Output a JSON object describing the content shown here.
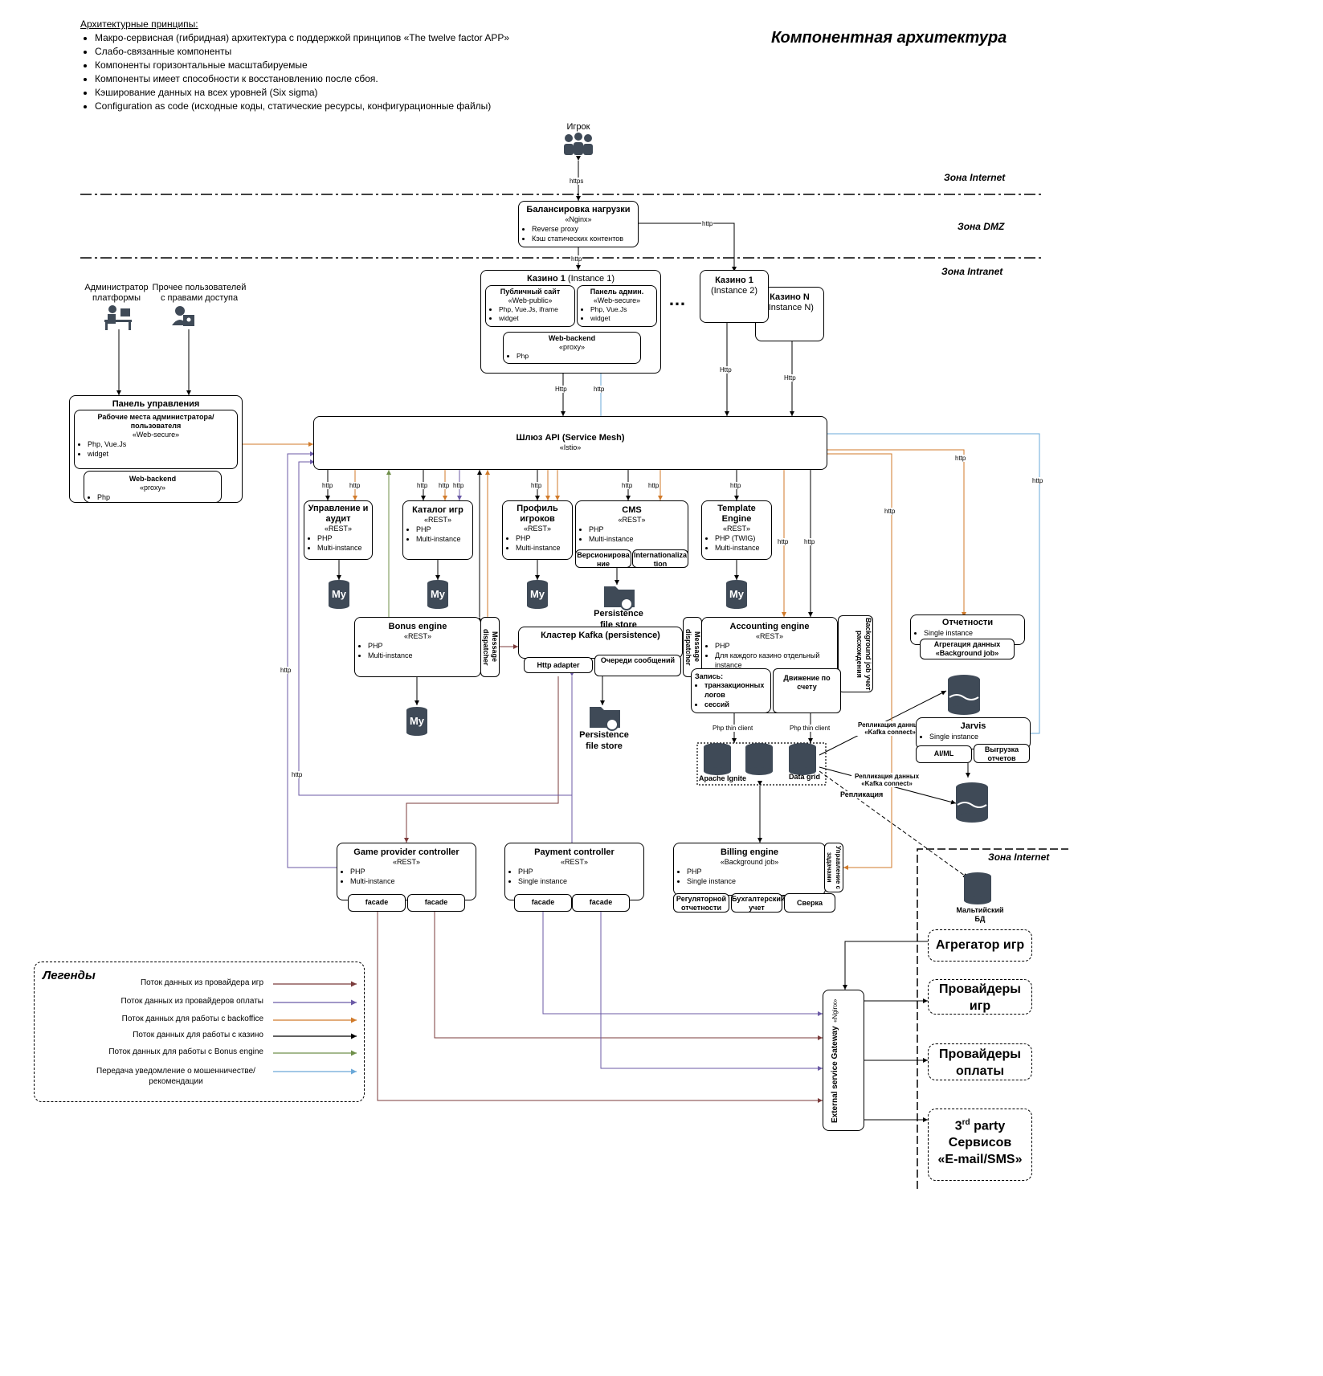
{
  "title": "Компонентная архитектура",
  "principles": {
    "heading": "Архитектурные принципы:",
    "items": [
      "Макро-сервисная (гибридная) архитектура с поддержкой принципов «The twelve factor APP»",
      "Слабо-связанные компоненты",
      "Компоненты горизонтальные масштабируемые",
      "Компоненты имеет способности к восстановлению после сбоя.",
      "Кэширование данных на всех уровней (Six sigma)",
      "Configuration as code (исходные коды, статические ресурсы, конфигурационные файлы)"
    ]
  },
  "zones": {
    "internet": "Зона Internet",
    "dmz": "Зона DMZ",
    "intranet": "Зона Intranet",
    "internet2": "Зона Internet"
  },
  "actors": {
    "player": "Игрок",
    "admin": "Администратор платформы",
    "others": "Прочее пользователей с правами доступа"
  },
  "lb": {
    "title": "Балансировка нагрузки",
    "stereo": "«Nginx»",
    "items": [
      "Reverse proxy",
      "Кэш статических контентов"
    ]
  },
  "casino1": {
    "title": "Казино 1",
    "inst": "(Instance 1)",
    "public": {
      "title": "Публичный сайт",
      "stereo": "«Web-public»",
      "items": [
        "Php, Vue.Js, iframe",
        "widget"
      ]
    },
    "admin": {
      "title": "Панель админ.",
      "stereo": "«Web-secure»",
      "items": [
        "Php, Vue.Js",
        "widget"
      ]
    },
    "backend": {
      "title": "Web-backend",
      "stereo": "«proxy»",
      "items": [
        "Php"
      ]
    }
  },
  "ellipsis": "…",
  "casino2": {
    "title": "Казино 1",
    "inst": "(Instance 2)"
  },
  "casinoN": {
    "title": "Казино N",
    "inst": "(Instance N)"
  },
  "panel": {
    "title": "Панель управления",
    "ws": {
      "title": "Рабочие места администратора/ пользователя",
      "stereo": "«Web-secure»",
      "items": [
        "Php, Vue.Js",
        "widget"
      ]
    },
    "backend": {
      "title": "Web-backend",
      "stereo": "«proxy»",
      "items": [
        "Php"
      ]
    }
  },
  "gateway": {
    "title": "Шлюз API (Service Mesh)",
    "stereo": "«Istio»"
  },
  "mgmt": {
    "title": "Управление и аудит",
    "stereo": "«REST»",
    "items": [
      "PHP",
      "Multi-instance"
    ]
  },
  "catalog": {
    "title": "Каталог игр",
    "stereo": "«REST»",
    "items": [
      "PHP",
      "Multi-instance"
    ]
  },
  "profile": {
    "title": "Профиль игроков",
    "stereo": "«REST»",
    "items": [
      "PHP",
      "Multi-instance"
    ]
  },
  "cms": {
    "title": "CMS",
    "stereo": "«REST»",
    "items": [
      "PHP",
      "Multi-instance"
    ],
    "sub1": "Версионирование",
    "sub2": "Internationalization"
  },
  "template": {
    "title": "Template Engine",
    "stereo": "«REST»",
    "items": [
      "PHP (TWIG)",
      "Multi-instance"
    ]
  },
  "mysql_label": "My",
  "persist1": "Persistence file store",
  "persist2": "Persistence file store",
  "bonus": {
    "title": "Bonus engine",
    "stereo": "«REST»",
    "items": [
      "PHP",
      "Multi-instance"
    ],
    "dispatcher": "Message dispatcher"
  },
  "kafka": {
    "title": "Кластер Kafka (persistence)",
    "adapter": "Http adapter",
    "queues": "Очереди сообщений"
  },
  "accounting": {
    "title": "Accounting engine",
    "stereo": "«REST»",
    "items": [
      "PHP",
      "Для каждого казино отдельный instance"
    ],
    "dispatcher": "Message dispatcher",
    "bg": "Background job учет расхождения",
    "rec_title": "Запись:",
    "rec_items": [
      "транзакционных логов",
      "сессий"
    ],
    "move": "Движение по счету"
  },
  "reports": {
    "title": "Отчетности",
    "items": [
      "Single instance"
    ],
    "agg_title": "Агрегация данных",
    "agg_stereo": "«Background job»"
  },
  "jarvis": {
    "title": "Jarvis",
    "items": [
      "Single instance"
    ],
    "ai": "AI/ML",
    "exp": "Выгрузка отчетов"
  },
  "ignite": {
    "left": "Apache Ignite",
    "right": "Data grid"
  },
  "billing": {
    "title": "Billing engine",
    "stereo": "«Background job»",
    "items": [
      "PHP",
      "Single instance"
    ],
    "tasks": "Управление с задачами",
    "reg": "Регуляторной отчетности",
    "acc": "Бухгалтерский учет",
    "rec": "Сверка"
  },
  "gpc": {
    "title": "Game provider controller",
    "stereo": "«REST»",
    "items": [
      "PHP",
      "Multi-instance"
    ],
    "facade1": "facade",
    "facade2": "facade"
  },
  "pc": {
    "title": "Payment controller",
    "stereo": "«REST»",
    "items": [
      "PHP",
      "Single instance"
    ],
    "facade1": "facade",
    "facade2": "facade"
  },
  "ext_gw": {
    "title": "External service Gateway",
    "stereo": "«Nginx»"
  },
  "malta": "Мальтийский БД",
  "ext": {
    "agg": "Агрегатор игр",
    "prov_games": "Провайдеры игр",
    "prov_pay": "Провайдеры оплаты",
    "third_a": "3",
    "third_sup": "rd",
    "third_b": " party",
    "third_c": "Сервисов",
    "third_d": "«E-mail/SMS»"
  },
  "labels": {
    "https": "https",
    "http": "http",
    "Http": "Http",
    "php_thin": "Php thin client",
    "repl_kafka": "Репликация данных «Kafka connect»",
    "repl": "Репликация"
  },
  "legend": {
    "title": "Легенды",
    "items": [
      {
        "text": "Поток данных из провайдера  игр",
        "color": "#7b3b3b"
      },
      {
        "text": "Поток данных из провайдеров оплаты",
        "color": "#6b5aa6"
      },
      {
        "text": "Поток данных для работы с backoffice",
        "color": "#d07a2a"
      },
      {
        "text": "Поток данных для работы с казино",
        "color": "#000000"
      },
      {
        "text": "Поток данных для работы с Bonus engine",
        "color": "#6f8f4a"
      },
      {
        "text": "Передача уведомление о мошенничестве/ рекомендации",
        "color": "#6aa8d8"
      }
    ]
  },
  "colors": {
    "game": "#7b3b3b",
    "pay": "#6b5aa6",
    "backoffice": "#d07a2a",
    "casino": "#000000",
    "bonus": "#6f8f4a",
    "fraud": "#6aa8d8"
  }
}
